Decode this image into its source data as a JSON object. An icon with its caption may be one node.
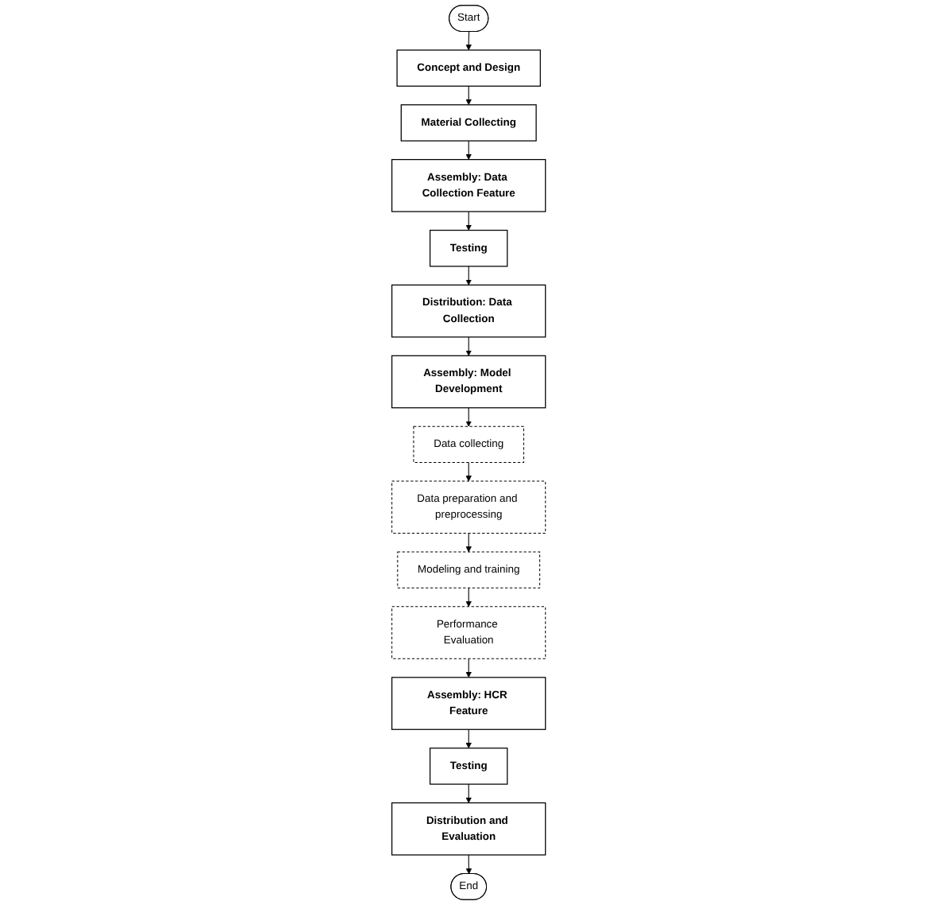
{
  "diagram": {
    "nodes": [
      {
        "text": [
          "Start"
        ]
      },
      {
        "text": [
          "Concept and Design"
        ]
      },
      {
        "text": [
          "Material Collecting"
        ]
      },
      {
        "text": [
          "Assembly: Data Collection Feature"
        ]
      },
      {
        "text": [
          "Testing"
        ]
      },
      {
        "text": [
          "Distribution: Data Collection"
        ]
      },
      {
        "text": [
          "Assembly: Model Development"
        ]
      },
      {
        "text": [
          "Data collecting"
        ]
      },
      {
        "text": [
          "Data preparation and preprocessing"
        ]
      },
      {
        "text": [
          "Modeling and training"
        ]
      },
      {
        "text": [
          "Performance Evaluation"
        ]
      },
      {
        "text": [
          "Assembly: HCR Feature"
        ]
      },
      {
        "text": [
          "Testing"
        ]
      },
      {
        "text": [
          "Distribution and Evaluation"
        ]
      },
      {
        "text": [
          "End"
        ]
      }
    ],
    "edges": [
      {
        "from": 0,
        "to": 1,
        "arrow": "to"
      },
      {
        "from": 1,
        "to": 2,
        "arrow": "to"
      },
      {
        "from": 2,
        "to": 3,
        "arrow": "to"
      },
      {
        "from": 3,
        "to": 4,
        "arrow": "to"
      },
      {
        "from": 4,
        "to": 5,
        "arrow": "to"
      },
      {
        "from": 5,
        "to": 6,
        "arrow": "to"
      },
      {
        "from": 6,
        "to": 7,
        "arrow": "to"
      },
      {
        "from": 7,
        "to": 8,
        "arrow": "to"
      },
      {
        "from": 8,
        "to": 9,
        "arrow": "to"
      },
      {
        "from": 9,
        "to": 10,
        "arrow": "to"
      },
      {
        "from": 10,
        "to": 11,
        "arrow": "to"
      },
      {
        "from": 11,
        "to": 12,
        "arrow": "to"
      },
      {
        "from": 12,
        "to": 13,
        "arrow": "to"
      },
      {
        "from": 13,
        "to": 14,
        "arrow": "to"
      }
    ]
  }
}
